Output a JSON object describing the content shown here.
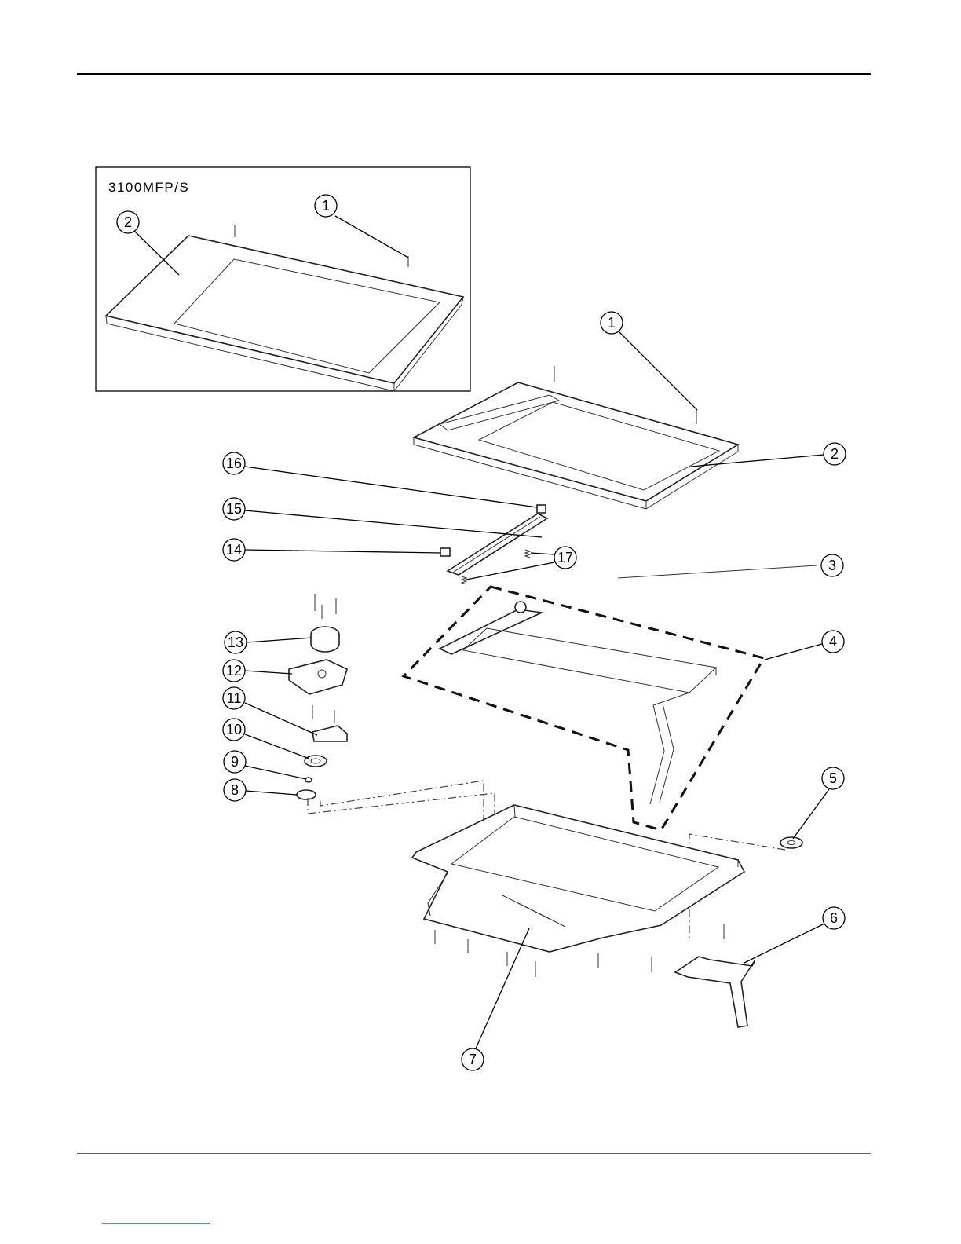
{
  "inset": {
    "model_label": "3100MFP/S"
  },
  "callouts": {
    "inset_1": "1",
    "inset_2": "2",
    "c1": "1",
    "c2": "2",
    "c3": "3",
    "c4": "4",
    "c5": "5",
    "c6": "6",
    "c7": "7",
    "c8": "8",
    "c9": "9",
    "c10": "10",
    "c11": "11",
    "c12": "12",
    "c13": "13",
    "c14": "14",
    "c15": "15",
    "c16": "16",
    "c17": "17"
  }
}
